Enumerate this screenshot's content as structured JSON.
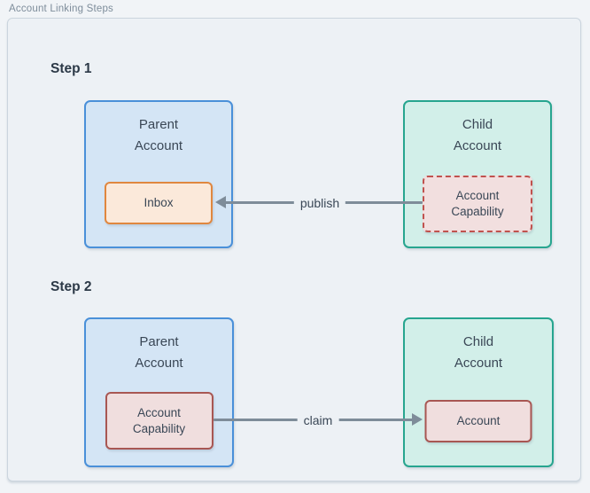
{
  "page": {
    "title": "Account Linking Steps"
  },
  "steps": [
    {
      "heading": "Step 1",
      "parent": {
        "title": "Parent Account",
        "item": "Inbox"
      },
      "child": {
        "title": "Child Account",
        "item": "Account Capability"
      },
      "arrow": {
        "label": "publish",
        "direction": "right-to-left"
      }
    },
    {
      "heading": "Step 2",
      "parent": {
        "title": "Parent Account",
        "item": "Account Capability"
      },
      "child": {
        "title": "Child Account",
        "item": "Account"
      },
      "arrow": {
        "label": "claim",
        "direction": "left-to-right"
      }
    }
  ],
  "colors": {
    "page_background": "#f1f4f7",
    "panel_background": "#edf1f5",
    "panel_border": "#cbd5de",
    "parent_box_fill": "#d4e5f5",
    "parent_box_border": "#4a90d9",
    "child_box_fill": "#d2efe9",
    "child_box_border": "#27a58f",
    "inbox_fill": "#fbe9da",
    "inbox_border": "#e0873f",
    "capability_fill": "#f0dede",
    "capability_border": "#b5534f",
    "arrow": "#7e8c99",
    "text": "#3a4756",
    "heading_text": "#2c3947",
    "page_label_text": "#7e8d9b"
  }
}
